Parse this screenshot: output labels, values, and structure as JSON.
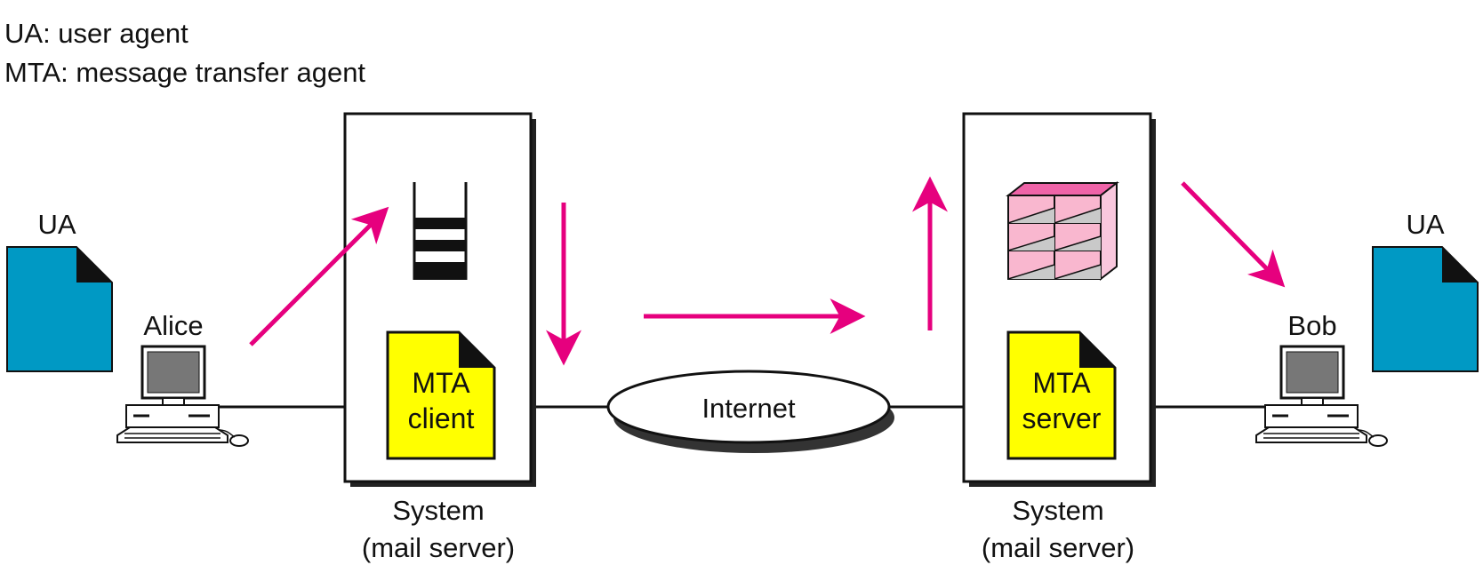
{
  "legend": {
    "ua": "UA: user agent",
    "mta": "MTA: message transfer agent"
  },
  "left": {
    "ua_label": "UA",
    "user_name": "Alice",
    "system_line1": "System",
    "system_line2": "(mail server)",
    "mta_line1": "MTA",
    "mta_line2": "client"
  },
  "right": {
    "ua_label": "UA",
    "user_name": "Bob",
    "system_line1": "System",
    "system_line2": "(mail server)",
    "mta_line1": "MTA",
    "mta_line2": "server"
  },
  "network": {
    "label": "Internet"
  },
  "colors": {
    "ua_document": "#0099c4",
    "mta_document": "#ffff00",
    "arrow": "#e6007e",
    "mailbox": "#f9b7cf",
    "mailbox_top": "#ef64a8"
  }
}
